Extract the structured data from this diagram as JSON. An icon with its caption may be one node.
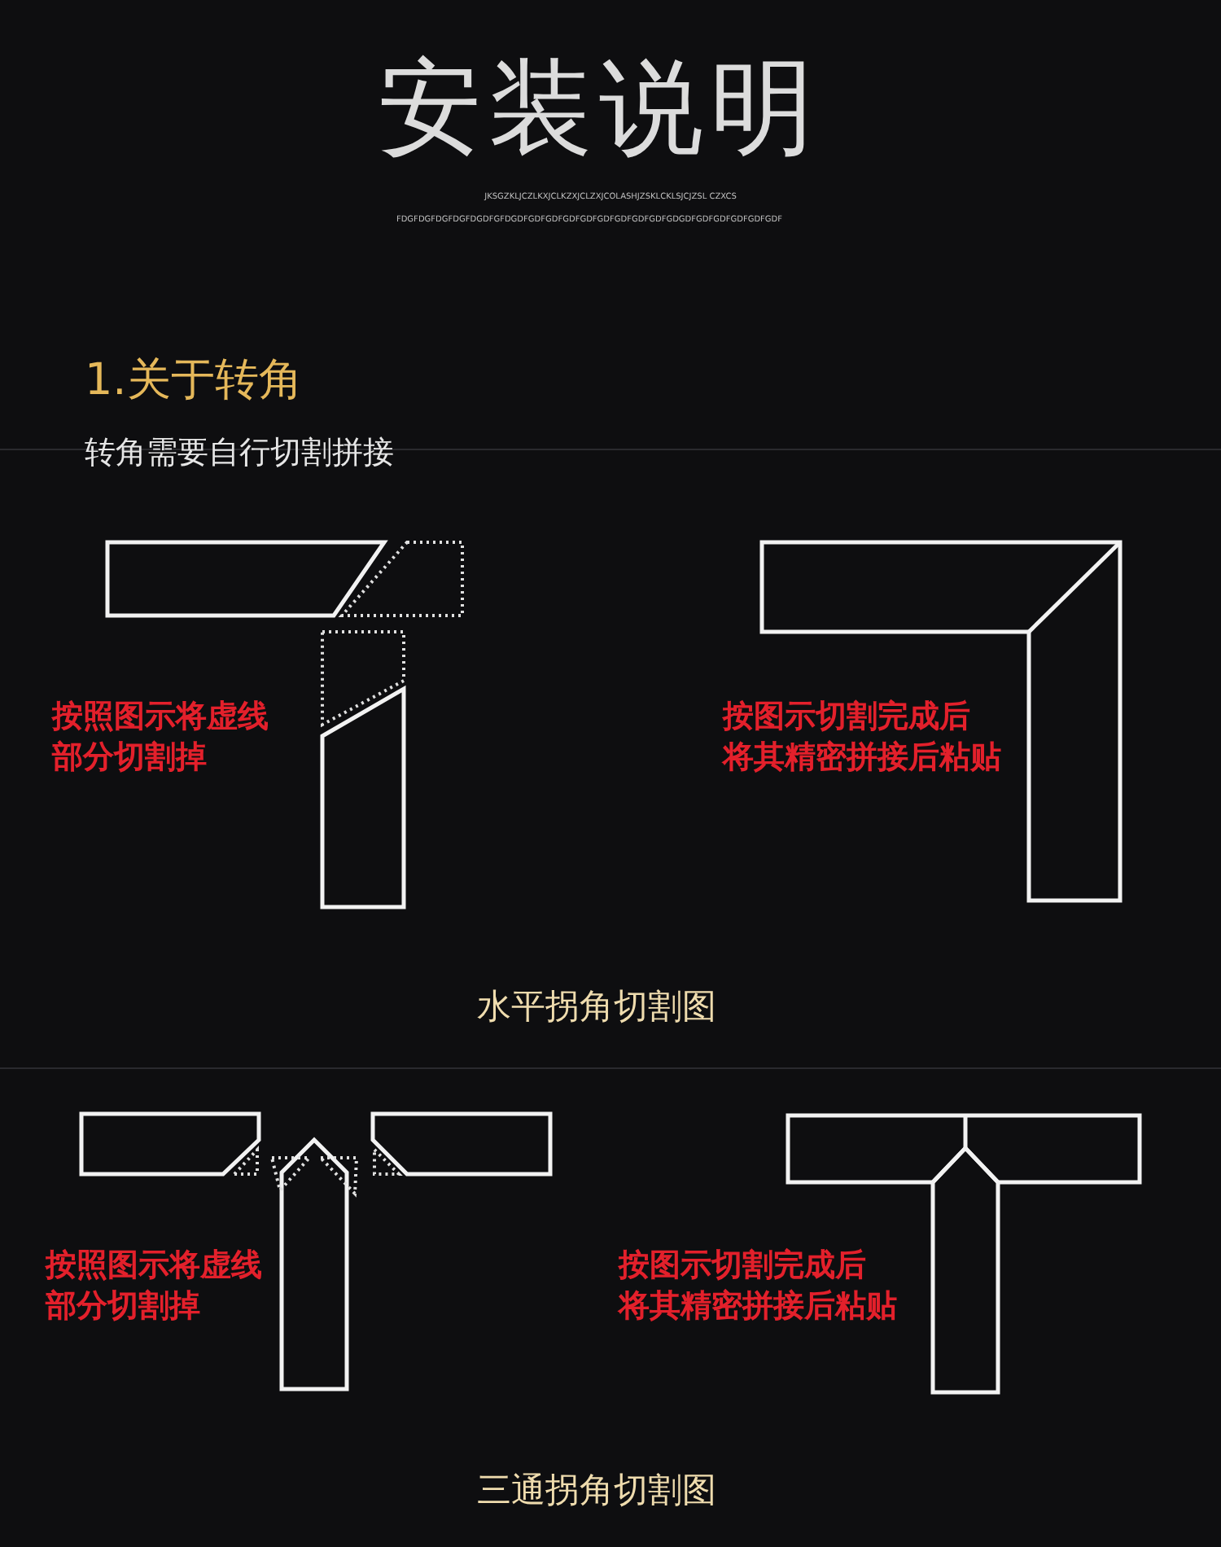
{
  "diagram": {
    "title": "安装说明",
    "labels": [
      "JKSGZKLJCZLKXJCLKZXJCLZXJCOLASHJZSKLCKLSJCJZSL CZXCS",
      "FDGFDGFDGFDGFDGDFGFDGDFGDFGDFGDFGDFGDFGDFGDFGDFGDGDFGDFGDFGDFGDFGDF",
      "1.关于转角",
      "转角需要自行切割拼接",
      "按照图示将虚线部分切割掉",
      "按图示切割完成后将其精密拼接后粘贴",
      "水平拐角切割图",
      "按照图示将虚线部分切割掉",
      "按图示切割完成后将其精密拼接后粘贴",
      "三通拐角切割图"
    ]
  }
}
